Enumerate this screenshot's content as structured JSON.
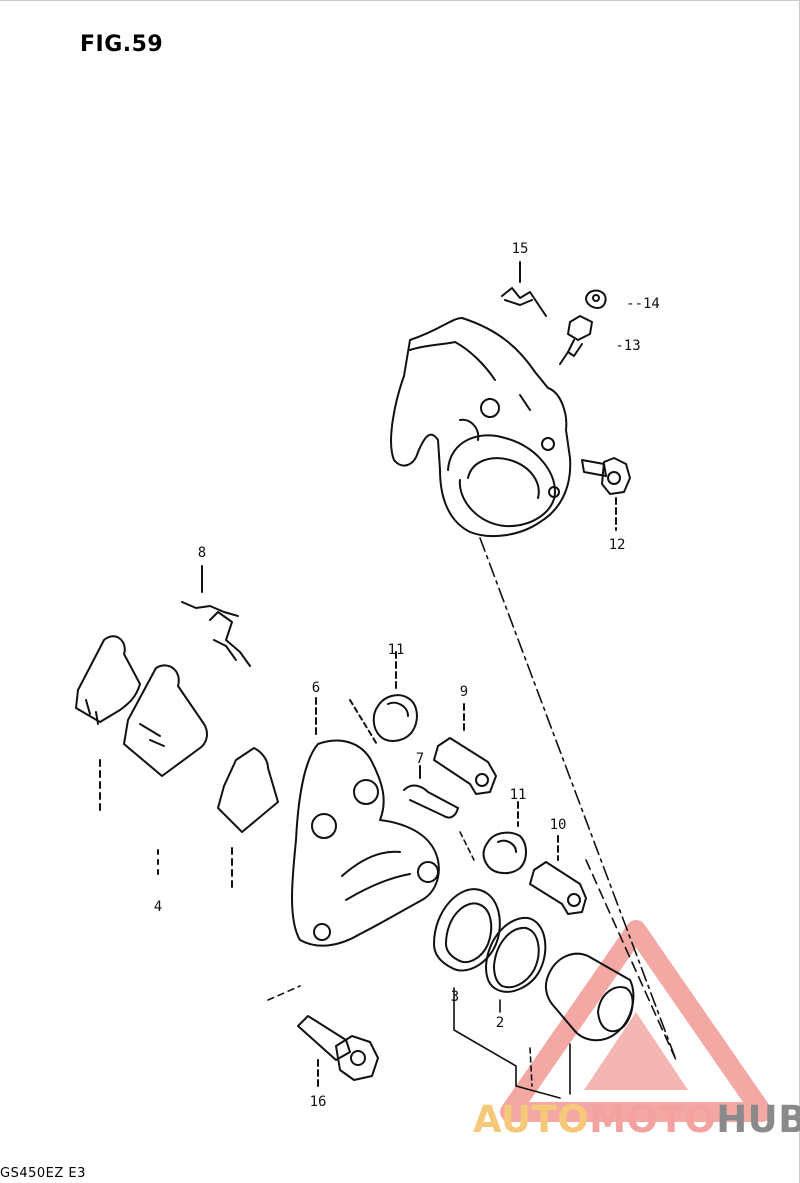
{
  "figure": {
    "title": "FIG.59",
    "model_code": "GS450EZ E3"
  },
  "part_labels": [
    {
      "id": "15",
      "text": "15"
    },
    {
      "id": "14",
      "text": "--14"
    },
    {
      "id": "13",
      "text": "-13"
    },
    {
      "id": "12",
      "text": "12"
    },
    {
      "id": "8",
      "text": "8"
    },
    {
      "id": "11a",
      "text": "11"
    },
    {
      "id": "6",
      "text": "6"
    },
    {
      "id": "9",
      "text": "9"
    },
    {
      "id": "7",
      "text": "7"
    },
    {
      "id": "11b",
      "text": "11"
    },
    {
      "id": "10",
      "text": "10"
    },
    {
      "id": "4",
      "text": "4"
    },
    {
      "id": "3",
      "text": "3"
    },
    {
      "id": "2",
      "text": "2"
    },
    {
      "id": "16",
      "text": "16"
    }
  ],
  "watermark": {
    "part_a": "AUTO",
    "part_b": "MOTO",
    "part_c": "HUB",
    "colors": {
      "triangle": "#f08b86",
      "auto": "#f6c97a",
      "moto": "#f3a2a0",
      "hub": "#8a8a8a"
    }
  }
}
